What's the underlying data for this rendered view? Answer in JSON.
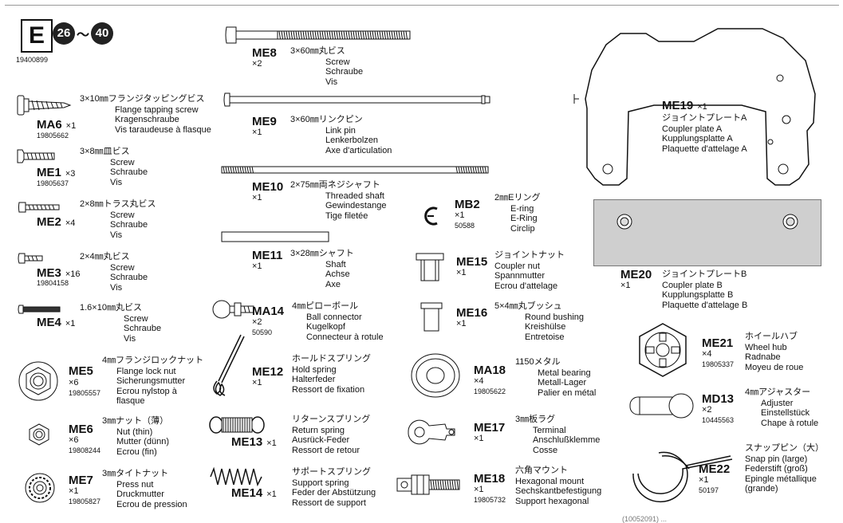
{
  "header": {
    "letter": "E",
    "range_start": "26",
    "range_tilde": "～",
    "range_end": "40",
    "bag_number": "19400899"
  },
  "parts": {
    "MA6": {
      "code": "MA6",
      "qty": "×1",
      "num": "19805662",
      "ja": "3×10㎜フランジタッピングビス",
      "en": "Flange tapping screw",
      "de": "Kragenschraube",
      "fr": "Vis taraudeuse à flasque"
    },
    "ME1": {
      "code": "ME1",
      "qty": "×3",
      "num": "19805637",
      "ja": "3×8㎜皿ビス",
      "en": "Screw",
      "de": "Schraube",
      "fr": "Vis"
    },
    "ME2": {
      "code": "ME2",
      "qty": "×4",
      "ja": "2×8㎜トラス丸ビス",
      "en": "Screw",
      "de": "Schraube",
      "fr": "Vis"
    },
    "ME3": {
      "code": "ME3",
      "qty": "×16",
      "num": "19804158",
      "ja": "2×4㎜丸ビス",
      "en": "Screw",
      "de": "Schraube",
      "fr": "Vis"
    },
    "ME4": {
      "code": "ME4",
      "qty": "×1",
      "ja": "1.6×10㎜丸ビス",
      "en": "Screw",
      "de": "Schraube",
      "fr": "Vis"
    },
    "ME5": {
      "code": "ME5",
      "qty": "×6",
      "num": "19805557",
      "ja": "4㎜フランジロックナット",
      "en": "Flange lock nut",
      "de": "Sicherungsmutter",
      "fr": "Ecrou nylstop à",
      "fr2": "flasque"
    },
    "ME6": {
      "code": "ME6",
      "qty": "×6",
      "num": "19808244",
      "ja": "3㎜ナット（薄）",
      "en": "Nut (thin)",
      "de": "Mutter (dünn)",
      "fr": "Ecrou (fin)"
    },
    "ME7": {
      "code": "ME7",
      "qty": "×1",
      "num": "19805827",
      "ja": "3㎜タイトナット",
      "en": "Press nut",
      "de": "Druckmutter",
      "fr": "Ecrou de pression"
    },
    "ME8": {
      "code": "ME8",
      "qty": "×2",
      "ja": "3×60㎜丸ビス",
      "en": "Screw",
      "de": "Schraube",
      "fr": "Vis"
    },
    "ME9": {
      "code": "ME9",
      "qty": "×1",
      "ja": "3×60㎜リンクピン",
      "en": "Link pin",
      "de": "Lenkerbolzen",
      "fr": "Axe d'articulation"
    },
    "ME10": {
      "code": "ME10",
      "qty": "×1",
      "ja": "2×75㎜両ネジシャフト",
      "en": "Threaded shaft",
      "de": "Gewindestange",
      "fr": "Tige filetée"
    },
    "ME11": {
      "code": "ME11",
      "qty": "×1",
      "ja": "3×28㎜シャフト",
      "en": "Shaft",
      "de": "Achse",
      "fr": "Axe"
    },
    "MA14": {
      "code": "MA14",
      "qty": "×2",
      "num": "50590",
      "ja": "4㎜ピローボール",
      "en": "Ball connector",
      "de": "Kugelkopf",
      "fr": "Connecteur à rotule"
    },
    "ME12": {
      "code": "ME12",
      "qty": "×1",
      "ja": "ホールドスプリング",
      "en": "Hold spring",
      "de": "Halterfeder",
      "fr": "Ressort de fixation"
    },
    "ME13": {
      "code": "ME13",
      "qty": "×1",
      "ja": "リターンスプリング",
      "en": "Return spring",
      "de": "Ausrück-Feder",
      "fr": "Ressort de retour"
    },
    "ME14": {
      "code": "ME14",
      "qty": "×1",
      "ja": "サポートスプリング",
      "en": "Support spring",
      "de": "Feder der Abstützung",
      "fr": "Ressort de support"
    },
    "MB2": {
      "code": "MB2",
      "qty": "×1",
      "num": "50588",
      "ja": "2㎜Eリング",
      "en": "E-ring",
      "de": "E-Ring",
      "fr": "Circlip"
    },
    "ME15": {
      "code": "ME15",
      "qty": "×1",
      "ja": "ジョイントナット",
      "en": "Coupler nut",
      "de": "Spannmutter",
      "fr": "Ecrou d'attelage"
    },
    "ME16": {
      "code": "ME16",
      "qty": "×1",
      "ja": "5×4㎜丸ブッシュ",
      "en": "Round bushing",
      "de": "Kreishülse",
      "fr": "Entretoise"
    },
    "MA18": {
      "code": "MA18",
      "qty": "×4",
      "num": "19805622",
      "ja": "1150メタル",
      "en": "Metal bearing",
      "de": "Metall-Lager",
      "fr": "Palier en métal"
    },
    "ME17": {
      "code": "ME17",
      "qty": "×1",
      "ja": "3㎜板ラグ",
      "en": "Terminal",
      "de": "Anschlußklemme",
      "fr": "Cosse"
    },
    "ME18": {
      "code": "ME18",
      "qty": "×1",
      "num": "19805732",
      "ja": "六角マウント",
      "en": "Hexagonal mount",
      "de": "Sechskantbefestigung",
      "fr": "Support hexagonal"
    },
    "ME19": {
      "code": "ME19",
      "qty": "×1",
      "ja": "ジョイントプレートA",
      "en": "Coupler plate A",
      "de": "Kupplungsplatte A",
      "fr": "Plaquette d'attelage A"
    },
    "ME20": {
      "code": "ME20",
      "qty": "×1",
      "ja": "ジョイントプレートB",
      "en": "Coupler plate B",
      "de": "Kupplungsplatte B",
      "fr": "Plaquette d'attelage B"
    },
    "ME21": {
      "code": "ME21",
      "qty": "×4",
      "num": "19805337",
      "ja": "ホイールハブ",
      "en": "Wheel hub",
      "de": "Radnabe",
      "fr": "Moyeu de roue"
    },
    "MD13": {
      "code": "MD13",
      "qty": "×2",
      "num": "10445563",
      "ja": "4㎜アジャスター",
      "en": "Adjuster",
      "de": "Einstellstück",
      "fr": "Chape à rotule"
    },
    "ME22": {
      "code": "ME22",
      "qty": "×1",
      "num": "50197",
      "ja": "スナップピン（大）",
      "en": "Snap pin (large)",
      "de": "Federstift (groß)",
      "fr": "Epingle métallique",
      "fr2": "(grande)"
    }
  },
  "footer": "(10052091) ..."
}
